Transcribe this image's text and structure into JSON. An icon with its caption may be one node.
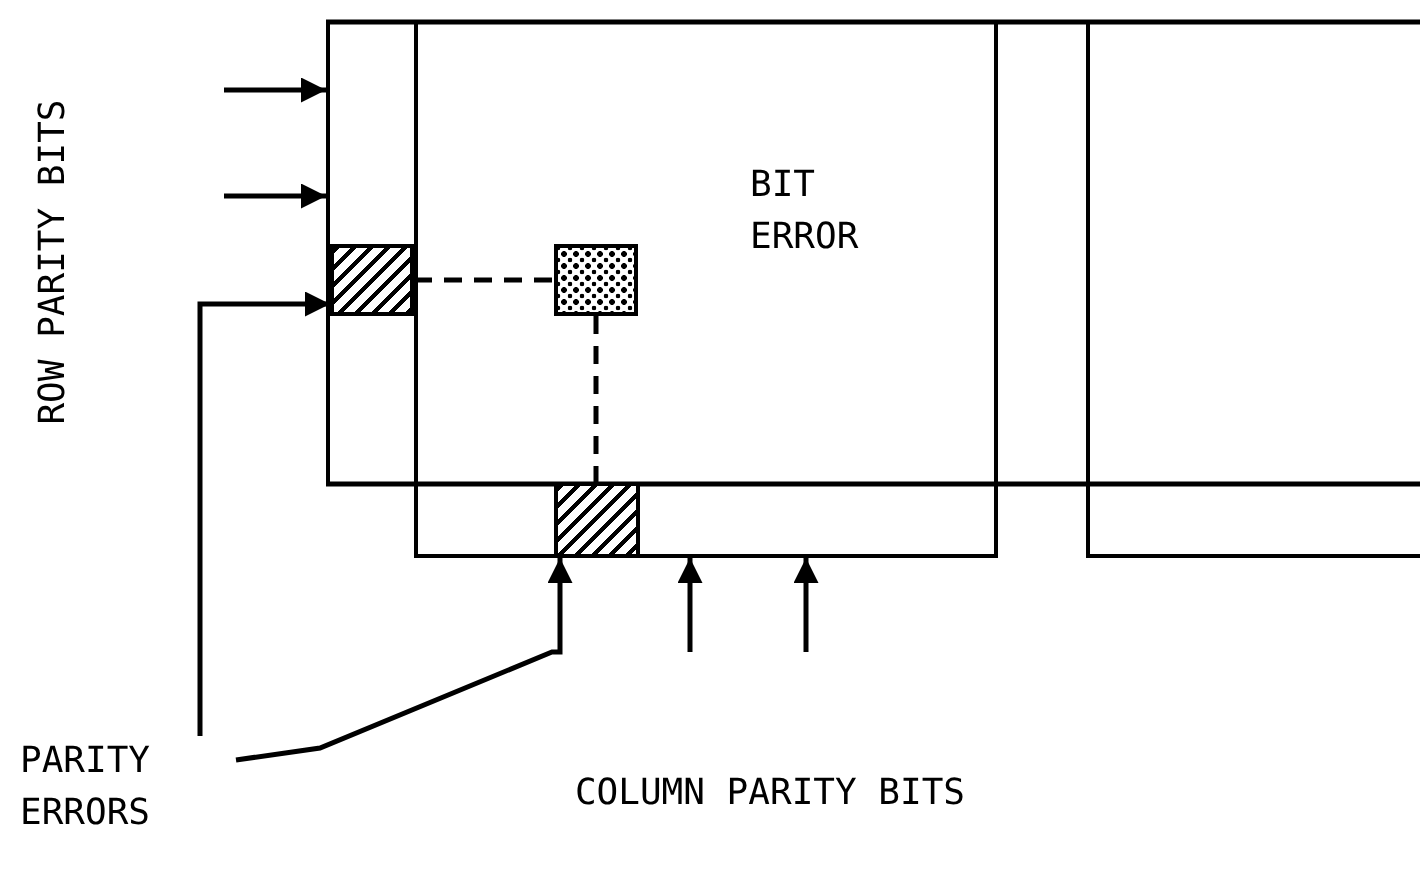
{
  "diagram": {
    "nodes": [
      {
        "text": [],
        "shape": "box"
      },
      {
        "text": [],
        "shape": "box",
        "in": 0
      },
      {
        "text": [],
        "shape": "box"
      },
      {
        "text": [],
        "shape": "box",
        "in": 2,
        "beside": [
          "BIT ERROR"
        ]
      },
      {
        "text": [],
        "shape": "box"
      },
      {
        "text": [],
        "shape": "box",
        "in": 4
      },
      {
        "text": [],
        "shape": "box"
      },
      {
        "text": [
          "PARITY ERRORS"
        ]
      }
    ],
    "edges": [
      {
        "from": null,
        "to": 0,
        "arrow": "to"
      },
      {
        "from": null,
        "to": 0,
        "arrow": "to"
      },
      {
        "from": 7,
        "to": 1,
        "arrow": "to"
      },
      {
        "from": 1,
        "to": 3,
        "arrow": "none",
        "style": "dashed"
      },
      {
        "from": 3,
        "to": 5,
        "arrow": "none",
        "style": "dashed"
      },
      {
        "from": 7,
        "to": 5,
        "arrow": "to"
      },
      {
        "from": null,
        "to": 4,
        "arrow": "to"
      },
      {
        "from": null,
        "to": 4,
        "arrow": "to"
      }
    ],
    "labels": [
      "ROW PARITY BITS",
      "COLUMN PARITY BITS"
    ]
  }
}
